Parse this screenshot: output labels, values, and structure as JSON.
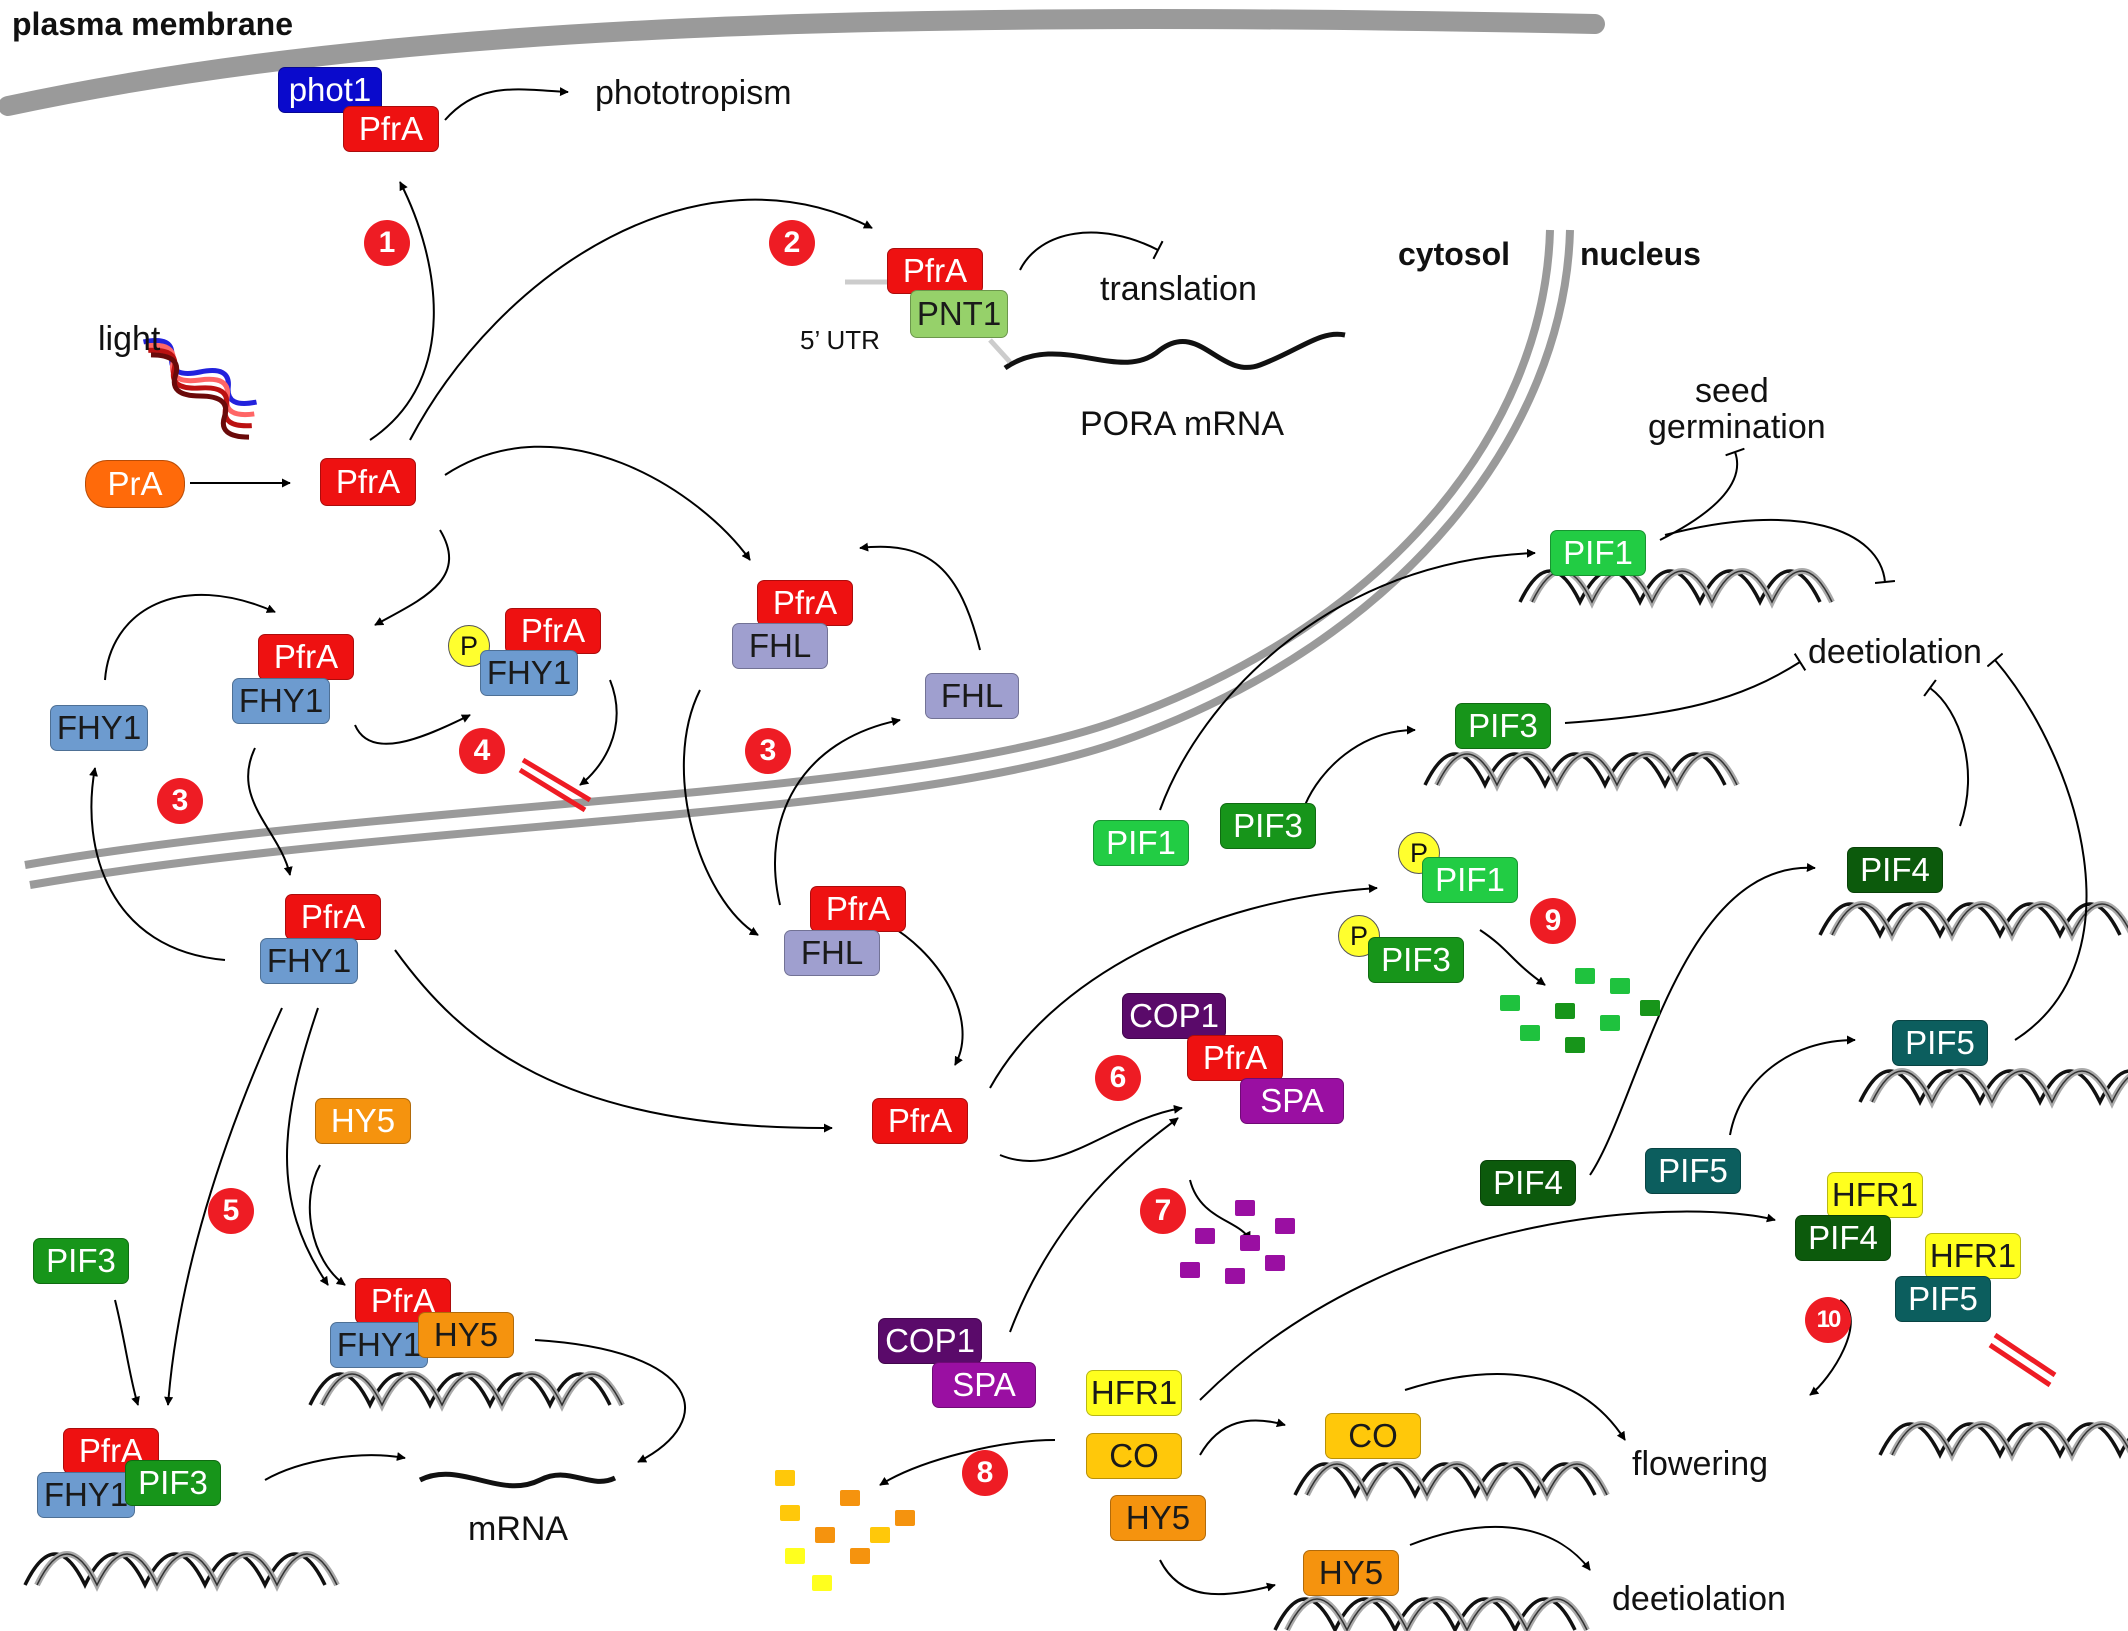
{
  "compartments": {
    "plasma_membrane": "plasma membrane",
    "cytosol": "cytosol",
    "nucleus": "nucleus"
  },
  "step_numbers": [
    "1",
    "2",
    "3",
    "3",
    "4",
    "5",
    "6",
    "7",
    "8",
    "9",
    "10"
  ],
  "labels": {
    "light": "light",
    "phototropism": "phototropism",
    "translation": "translation",
    "utr": "5’ UTR",
    "pora_mrna": "PORA mRNA",
    "seed_germination_1": "seed",
    "seed_germination_2": "germination",
    "deetiolation_top": "deetiolation",
    "mrna": "mRNA",
    "flowering": "flowering",
    "deetiolation_bottom": "deetiolation",
    "phospho": "P"
  },
  "proteins": {
    "phot1": "phot1",
    "PfrA": "PfrA",
    "PrA": "PrA",
    "PNT1": "PNT1",
    "FHY1": "FHY1",
    "FHL": "FHL",
    "HY5": "HY5",
    "PIF1": "PIF1",
    "PIF3": "PIF3",
    "PIF4": "PIF4",
    "PIF5": "PIF5",
    "COP1": "COP1",
    "SPA": "SPA",
    "HFR1": "HFR1",
    "CO": "CO"
  },
  "colors": {
    "PfrA": "#ee1111",
    "phot1": "#0a0acc",
    "PrA": "#ff6a0a",
    "PNT1": "#96d16a",
    "FHY1": "#6d9bcf",
    "FHL": "#9f9fcf",
    "HY5": "#f5930e",
    "PIF1": "#22cc44",
    "PIF3": "#17951a",
    "PIF4": "#0c5a0c",
    "PIF5": "#0c5e5e",
    "COP1": "#5a0a6a",
    "SPA": "#9a0fa2",
    "HFR1": "#ffff1e",
    "CO": "#ffc80a",
    "step_marker": "#ee1c24",
    "membrane": "#9a9a9a"
  }
}
